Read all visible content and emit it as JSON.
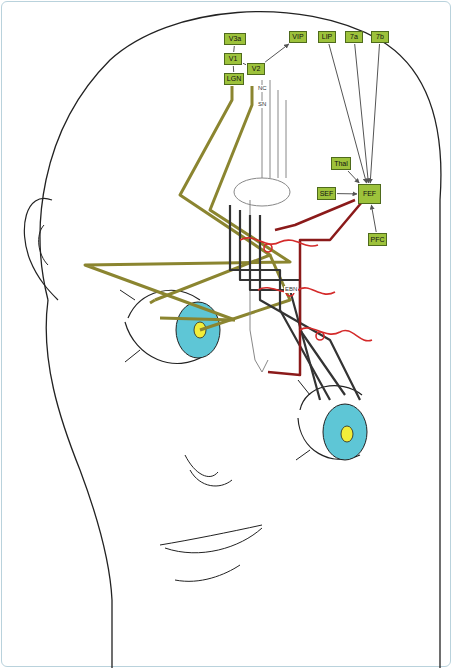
{
  "diagram": {
    "nodes": [
      {
        "text": [
          "V3a"
        ]
      },
      {
        "text": [
          "VIP"
        ]
      },
      {
        "text": [
          "LIP"
        ]
      },
      {
        "text": [
          "7a"
        ]
      },
      {
        "text": [
          "7b"
        ]
      },
      {
        "text": [
          "V1"
        ]
      },
      {
        "text": [
          "V2"
        ]
      },
      {
        "text": [
          "LGN"
        ]
      },
      {
        "text": [
          "Thal"
        ]
      },
      {
        "text": [
          "SEF"
        ]
      },
      {
        "text": [
          "FEF"
        ]
      },
      {
        "text": [
          "PFC"
        ]
      }
    ],
    "edges": [
      {
        "from": 0,
        "to": 5,
        "arrow": "none"
      },
      {
        "from": 5,
        "to": 7,
        "arrow": "none"
      },
      {
        "from": 5,
        "to": 6,
        "arrow": "none"
      },
      {
        "from": 6,
        "to": 1,
        "arrow": "to"
      },
      {
        "from": 2,
        "to": 10,
        "arrow": "to"
      },
      {
        "from": 3,
        "to": 10,
        "arrow": "to"
      },
      {
        "from": 4,
        "to": 10,
        "arrow": "to"
      },
      {
        "from": 8,
        "to": 10,
        "arrow": "to"
      },
      {
        "from": 9,
        "to": 10,
        "arrow": "to"
      },
      {
        "from": 11,
        "to": 10,
        "arrow": "to"
      }
    ],
    "labels": [
      "NC",
      "SN",
      "EBN"
    ]
  }
}
